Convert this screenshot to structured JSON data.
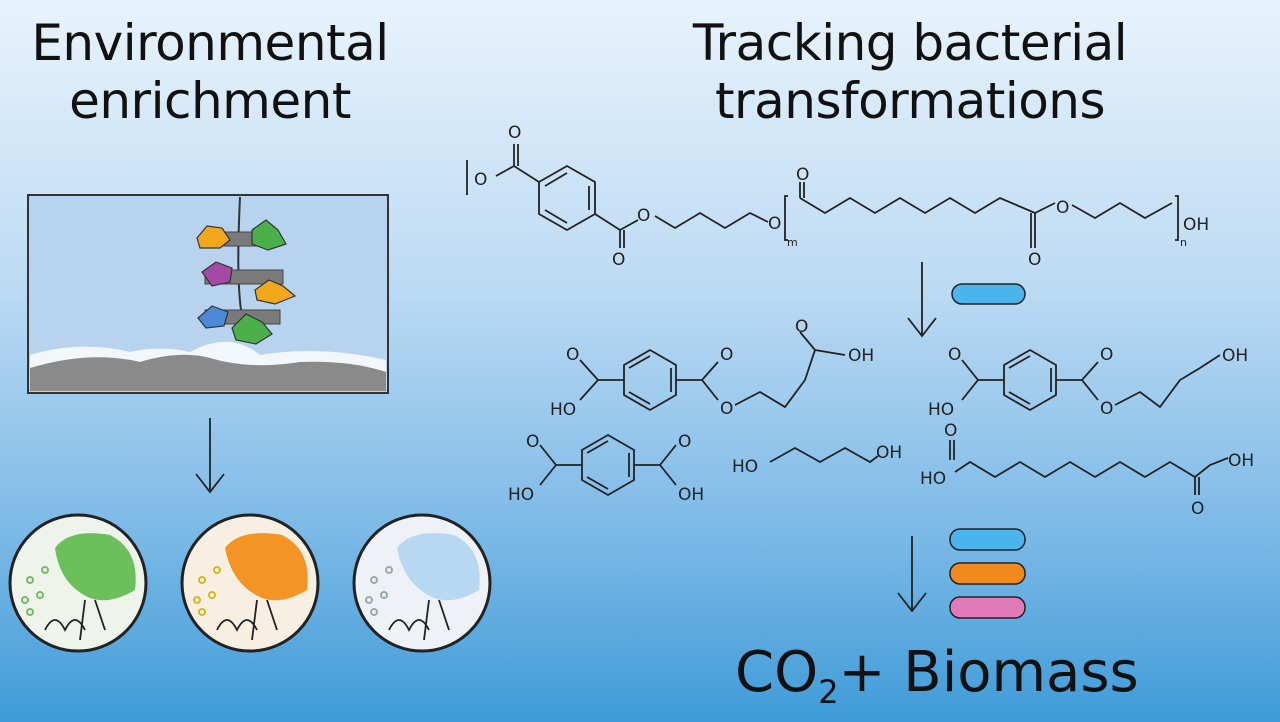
{
  "left_title": {
    "line1": "Environmental",
    "line2": "enrichment"
  },
  "right_title": {
    "line1": "Tracking bacterial",
    "line2": "transformations"
  },
  "result": {
    "co": "CO",
    "sub": "2",
    "rest": "+ Biomass"
  },
  "atoms": {
    "O": "O",
    "OH": "OH",
    "HO": "HO",
    "m": "m",
    "n": "n"
  },
  "colors": {
    "blue": "#4ab4ec",
    "orange": "#f08a1c",
    "pink": "#e07ab8",
    "green": "#5ab54a",
    "purple": "#9a4aa0"
  }
}
